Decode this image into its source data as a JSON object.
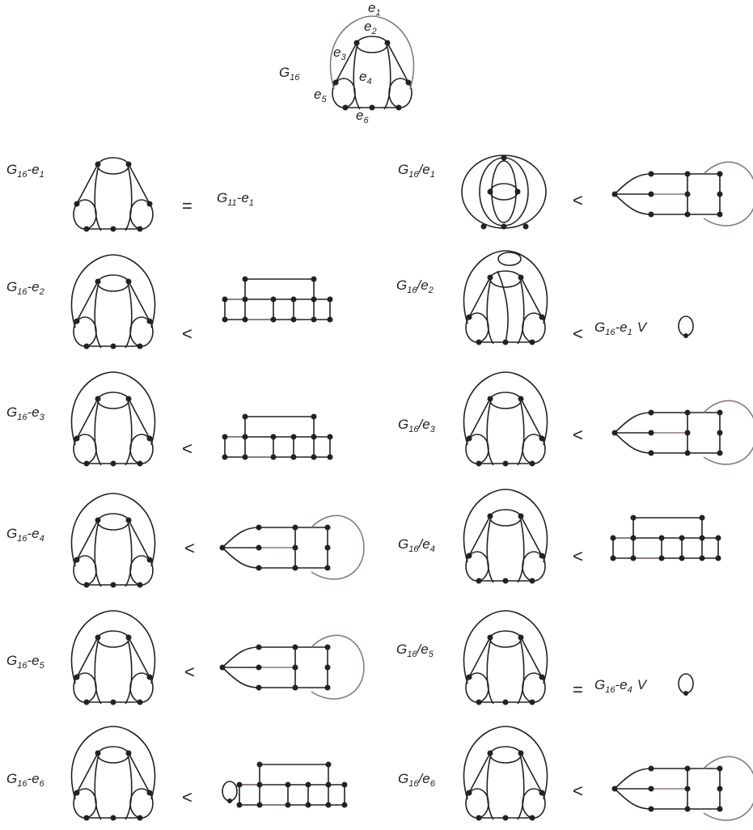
{
  "top": {
    "graph": "G",
    "graph_sub": "16",
    "edges": [
      {
        "e": "e",
        "sub": "1"
      },
      {
        "e": "e",
        "sub": "2"
      },
      {
        "e": "e",
        "sub": "3"
      },
      {
        "e": "e",
        "sub": "4"
      },
      {
        "e": "e",
        "sub": "5"
      },
      {
        "e": "e",
        "sub": "6"
      }
    ]
  },
  "rows": [
    {
      "left": {
        "g": "G",
        "gs": "16",
        "op": "-",
        "e": "e",
        "es": "1",
        "rel": "=",
        "rhs_text": {
          "g": "G",
          "gs": "11",
          "op": "-",
          "e": "e",
          "es": "1"
        }
      },
      "right": {
        "g": "G",
        "gs": "16",
        "op": "/",
        "e": "e",
        "es": "1",
        "rel": "<"
      }
    },
    {
      "left": {
        "g": "G",
        "gs": "16",
        "op": "-",
        "e": "e",
        "es": "2",
        "rel": "<"
      },
      "right": {
        "g": "G",
        "gs": "16",
        "op": "/",
        "e": "e",
        "es": "2",
        "rel": "<",
        "rhs_text": {
          "g": "G",
          "gs": "16",
          "op": "-",
          "e": "e",
          "es": "1",
          "v": "V"
        }
      }
    },
    {
      "left": {
        "g": "G",
        "gs": "16",
        "op": "-",
        "e": "e",
        "es": "3",
        "rel": "<"
      },
      "right": {
        "g": "G",
        "gs": "16",
        "op": "/",
        "e": "e",
        "es": "3",
        "rel": "<"
      }
    },
    {
      "left": {
        "g": "G",
        "gs": "16",
        "op": "-",
        "e": "e",
        "es": "4",
        "rel": "<"
      },
      "right": {
        "g": "G",
        "gs": "16",
        "op": "/",
        "e": "e",
        "es": "4",
        "rel": "<"
      }
    },
    {
      "left": {
        "g": "G",
        "gs": "16",
        "op": "-",
        "e": "e",
        "es": "5",
        "rel": "<"
      },
      "right": {
        "g": "G",
        "gs": "16",
        "op": "/",
        "e": "e",
        "es": "5",
        "rel": "=",
        "rhs_text": {
          "g": "G",
          "gs": "16",
          "op": "-",
          "e": "e",
          "es": "4",
          "v": "V"
        }
      }
    },
    {
      "left": {
        "g": "G",
        "gs": "16",
        "op": "-",
        "e": "e",
        "es": "6",
        "rel": "<"
      },
      "right": {
        "g": "G",
        "gs": "16",
        "op": "/",
        "e": "e",
        "es": "6",
        "rel": "<"
      }
    }
  ],
  "colors": {
    "edge": "#222222",
    "highlight_edge": "#8a7a78",
    "vertex": "#222222"
  }
}
